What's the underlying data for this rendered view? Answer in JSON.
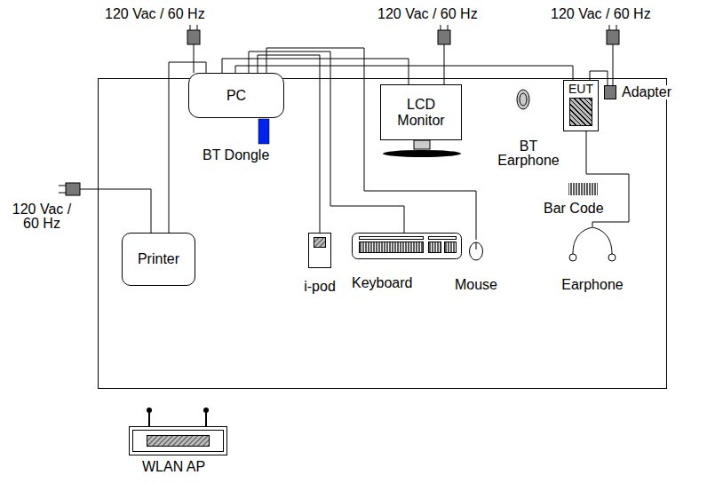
{
  "diagram": {
    "nodes": [
      {
        "text": [
          "PC"
        ]
      },
      {
        "text": [
          "LCD Monitor"
        ]
      },
      {
        "text": [
          "EUT"
        ]
      },
      {
        "text": [
          "Adapter"
        ]
      },
      {
        "text": [
          "Printer"
        ]
      },
      {
        "text": [
          "i-pod"
        ]
      },
      {
        "text": [
          "Keyboard"
        ]
      },
      {
        "text": [
          "Mouse"
        ]
      },
      {
        "text": [
          "Earphone"
        ]
      }
    ],
    "edges": [
      {
        "from": 0,
        "to": 4,
        "arrow": "none"
      },
      {
        "from": 0,
        "to": 1,
        "arrow": "none"
      },
      {
        "from": 0,
        "to": 2,
        "arrow": "none"
      },
      {
        "from": 0,
        "to": 5,
        "arrow": "none"
      },
      {
        "from": 0,
        "to": 6,
        "arrow": "none"
      },
      {
        "from": 0,
        "to": 7,
        "arrow": "none"
      },
      {
        "from": 2,
        "to": 3,
        "arrow": "none"
      },
      {
        "from": 2,
        "to": 8,
        "arrow": "none"
      }
    ],
    "labels": [
      "120 Vac / 60 Hz",
      "120 Vac / 60 Hz",
      "120 Vac / 60 Hz",
      "120 Vac / 60 Hz",
      "BT Dongle",
      "BT Earphone",
      "Bar Code",
      "WLAN AP"
    ]
  }
}
